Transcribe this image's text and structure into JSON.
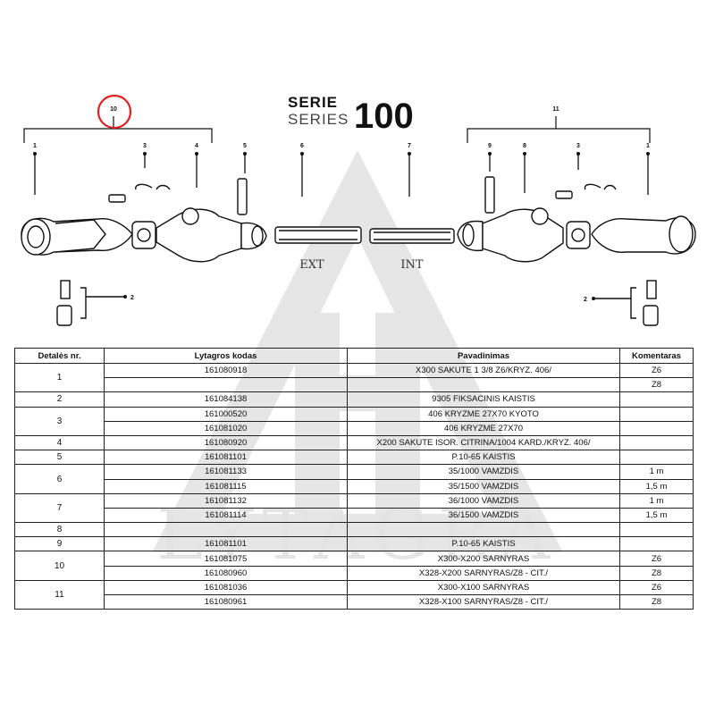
{
  "diagram": {
    "serie_label": "SERIE",
    "series_label": "SERIES",
    "series_number": "100",
    "watermark_text": "LYTAGRA",
    "shaft_labels": {
      "ext": "EXT",
      "int": "INT"
    },
    "callouts": {
      "left_group": "10",
      "right_group": "11",
      "left_items": [
        "1",
        "3",
        "4",
        "5",
        "6",
        "7"
      ],
      "right_items": [
        "9",
        "8",
        "3",
        "1"
      ],
      "pin_left": "2",
      "pin_right": "2"
    },
    "highlight_color": "#e02020"
  },
  "table": {
    "headers": [
      "Detalės nr.",
      "Lytagros kodas",
      "Pavadinimas",
      "Komentaras"
    ],
    "groups": [
      {
        "nr": "1",
        "rows": [
          {
            "code": "161080918",
            "name": "X300 SAKUTE 1 3/8 Z6/KRYZ. 406/",
            "comment": "Z6"
          },
          {
            "code": "",
            "name": "",
            "comment": "Z8"
          }
        ]
      },
      {
        "nr": "2",
        "rows": [
          {
            "code": "161084138",
            "name": "9305 FIKSACINIS KAISTIS",
            "comment": ""
          }
        ]
      },
      {
        "nr": "3",
        "rows": [
          {
            "code": "161000520",
            "name": "406 KRYZME 27X70 KYOTO",
            "comment": ""
          },
          {
            "code": "161081020",
            "name": "406 KRYZME 27X70",
            "comment": ""
          }
        ]
      },
      {
        "nr": "4",
        "rows": [
          {
            "code": "161080920",
            "name": "X200 SAKUTE ISOR. CITRINA/1004 KARD./KRYZ. 406/",
            "comment": ""
          }
        ]
      },
      {
        "nr": "5",
        "rows": [
          {
            "code": "161081101",
            "name": "P.10-65 KAISTIS",
            "comment": ""
          }
        ]
      },
      {
        "nr": "6",
        "rows": [
          {
            "code": "161081133",
            "name": "35/1000 VAMZDIS",
            "comment": "1 m"
          },
          {
            "code": "161081115",
            "name": "35/1500 VAMZDIS",
            "comment": "1,5 m"
          }
        ]
      },
      {
        "nr": "7",
        "rows": [
          {
            "code": "161081132",
            "name": "36/1000 VAMZDIS",
            "comment": "1 m"
          },
          {
            "code": "161081114",
            "name": "36/1500 VAMZDIS",
            "comment": "1,5 m"
          }
        ]
      },
      {
        "nr": "8",
        "rows": [
          {
            "code": "",
            "name": "",
            "comment": ""
          }
        ]
      },
      {
        "nr": "9",
        "rows": [
          {
            "code": "161081101",
            "name": "P.10-65 KAISTIS",
            "comment": ""
          }
        ]
      },
      {
        "nr": "10",
        "rows": [
          {
            "code": "161081075",
            "name": "X300-X200 SARNYRAS",
            "comment": "Z6"
          },
          {
            "code": "161080960",
            "name": "X328-X200 SARNYRAS/Z8 - CIT./",
            "comment": "Z8"
          }
        ]
      },
      {
        "nr": "11",
        "rows": [
          {
            "code": "161081036",
            "name": "X300-X100 SARNYRAS",
            "comment": "Z6"
          },
          {
            "code": "161080961",
            "name": "X328-X100 SARNYRAS/Z8 - CIT./",
            "comment": "Z8"
          }
        ]
      }
    ]
  }
}
